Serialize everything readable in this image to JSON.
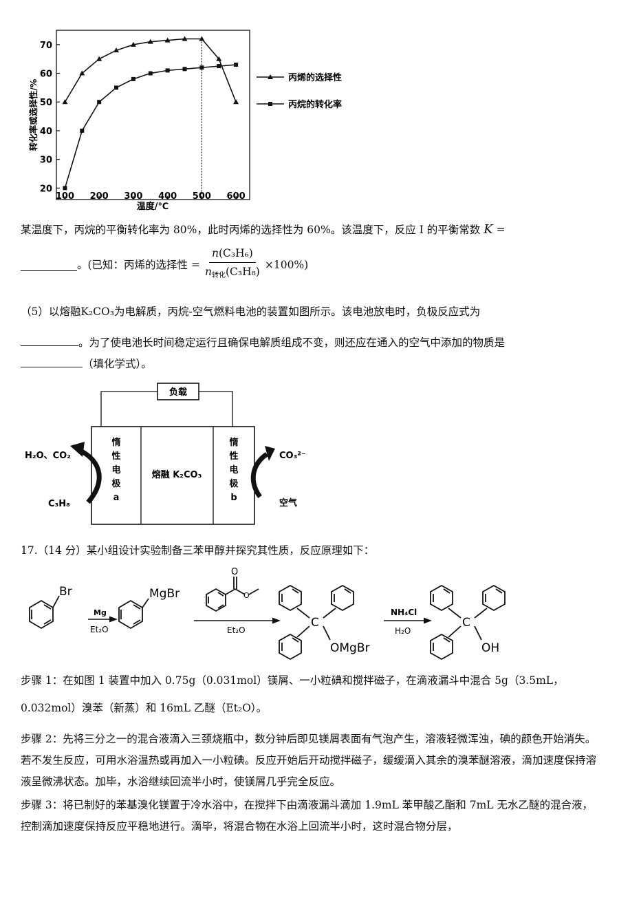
{
  "chart_data": {
    "type": "line",
    "ylabel": "转化率或选择性/%",
    "xlabel": "温度/℃",
    "x": [
      100,
      150,
      200,
      250,
      300,
      350,
      400,
      450,
      500,
      550,
      600
    ],
    "xticks": [
      "100",
      "200",
      "300",
      "400",
      "500",
      "600"
    ],
    "yticks": [
      "20",
      "30",
      "40",
      "50",
      "60",
      "70"
    ],
    "xlim": [
      75,
      640
    ],
    "ylim": [
      16,
      75
    ],
    "vline_x": 500,
    "series": [
      {
        "name": "丙烯的选择性",
        "marker": "triangle",
        "values": [
          50,
          60,
          65,
          68,
          70,
          71,
          71.5,
          72,
          72,
          65,
          50
        ]
      },
      {
        "name": "丙烷的转化率",
        "marker": "square",
        "values": [
          20,
          40,
          50,
          55,
          58,
          60,
          61,
          61.5,
          62,
          62.5,
          63
        ]
      }
    ]
  },
  "q4": {
    "line1": "某温度下，丙烷的平衡转化率为 80%，此时丙烯的选择性为 60%。该温度下，反应 I 的平衡常数",
    "K": "K",
    "eq": "=",
    "known_prefix": "。(已知：丙烯的选择性 =",
    "num_n": "n",
    "num_species": "(C₃H₆)",
    "den_n": "n",
    "den_sub": "转化",
    "den_species": "(C₃H₈)",
    "times": "×100%)"
  },
  "q5": {
    "line1_a": "（5）以熔融",
    "k2co3": "K₂CO₃",
    "line1_b": "为电解质，丙烷-空气燃料电池的装置如图所示。该电池放电时，负极反应式为",
    "line2": "。为了使电池长时间稳定运行且确保电解质组成不变，则还应在通入的空气中添加的物质是",
    "line3": "（填化学式）。"
  },
  "battery": {
    "load": "负载",
    "electrode_a": [
      "惰",
      "性",
      "电",
      "极",
      "a"
    ],
    "electrode_b": [
      "惰",
      "性",
      "电",
      "极",
      "b"
    ],
    "electrolyte": "熔融 K₂CO₃",
    "left_top": "H₂O、CO₂",
    "left_bottom": "C₃H₈",
    "right_top": "CO₃²⁻",
    "right_bottom": "空气"
  },
  "q17": {
    "title": "17.（14 分）某小组设计实验制备三苯甲醇并探究其性质，反应原理如下："
  },
  "reaction": {
    "br": "Br",
    "mgbr": "MgBr",
    "mg": "Mg",
    "et2o_1": "Et₂O",
    "et2o_2": "Et₂O",
    "c1": "C",
    "omgbr": "OMgBr",
    "o_label": "O",
    "nh4cl": "NH₄Cl",
    "h2o": "H₂O",
    "c2": "C",
    "oh": "OH"
  },
  "steps": {
    "s1_a": "步骤 1：在如图 1 装置中加入 0.75g（0.031mol）镁屑、一小粒碘和搅拌磁子，在滴液漏斗中混合 5g（3.5mL，",
    "s1_b": "0.032mol）溴苯（新蒸）和 16mL 乙醚（",
    "s1_et": "Et₂O",
    "s1_c": "）。",
    "s2": "步骤 2：先将三分之一的混合液滴入三颈烧瓶中，数分钟后即见镁屑表面有气泡产生，溶液轻微浑浊，碘的颜色开始消失。若不发生反应，可用水浴温热或再加入一小粒碘。反应开始后开动搅拌磁子，缓缓滴入其余的溴苯醚溶液，滴加速度保持溶液呈微沸状态。加毕，水浴继续回流半小时，使镁屑几乎完全反应。",
    "s3": "步骤 3：将已制好的苯基溴化镁置于冷水浴中，在搅拌下由滴液漏斗滴加 1.9mL 苯甲酸乙酯和 7mL 无水乙醚的混合液，控制滴加速度保持反应平稳地进行。滴毕，将混合物在水浴上回流半小时，这时混合物分层，"
  }
}
